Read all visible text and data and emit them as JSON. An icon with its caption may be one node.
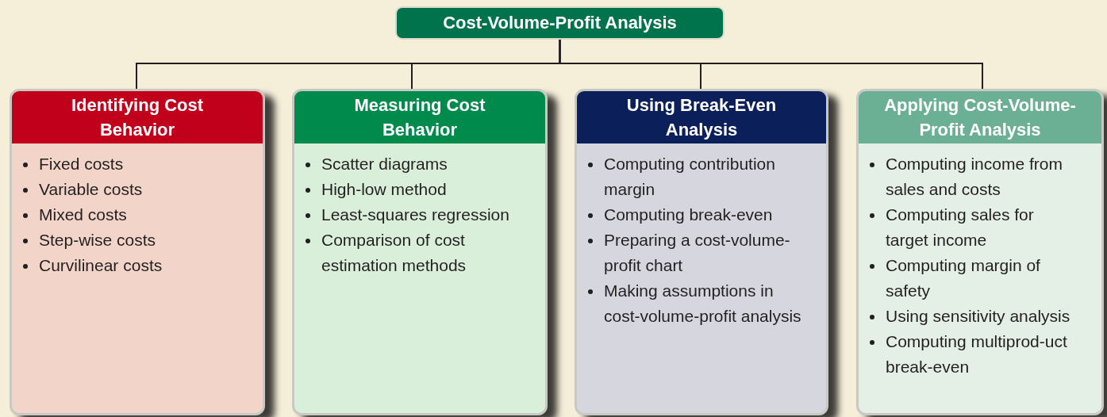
{
  "diagram": {
    "nodes": [
      {
        "text": [
          "Cost-Volume-Profit Analysis"
        ]
      },
      {
        "text": [
          "Identifying Cost Behavior",
          "Fixed costs",
          "Variable costs",
          "Mixed costs",
          "Step-wise costs",
          "Curvilinear costs"
        ]
      },
      {
        "text": [
          "Measuring Cost Behavior",
          "Scatter diagrams",
          "High-low method",
          "Least-squares regression",
          "Comparison of cost estimation methods"
        ]
      },
      {
        "text": [
          "Using Break-Even Analysis",
          "Computing contribution margin",
          "Computing break-even",
          "Preparing a cost-volume-profit chart",
          "Making assumptions in cost-volume-profit analysis"
        ]
      },
      {
        "text": [
          "Applying Cost-Volume-Profit Analysis",
          "Computing income from sales and costs",
          "Computing sales for target income",
          "Computing margin of safety",
          "Using sensitivity analysis",
          "Computing multiprod-uct break-even"
        ]
      }
    ],
    "edges": [
      {
        "from": 0,
        "to": 1,
        "arrow": "none"
      },
      {
        "from": 0,
        "to": 2,
        "arrow": "none"
      },
      {
        "from": 0,
        "to": 3,
        "arrow": "none"
      },
      {
        "from": 0,
        "to": 4,
        "arrow": "none"
      }
    ]
  }
}
